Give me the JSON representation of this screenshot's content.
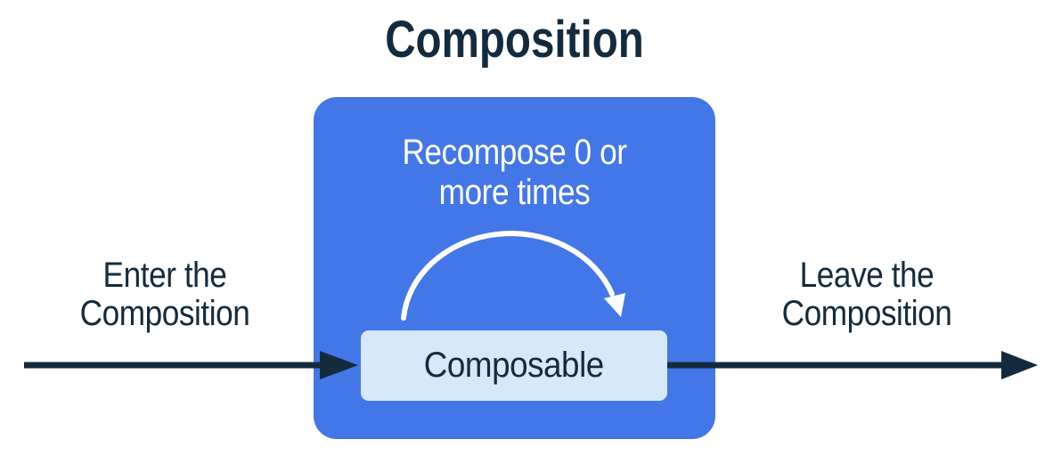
{
  "colors": {
    "background": "#FFFFFF",
    "ink": "#142B3E",
    "box_blue": "#4377E8",
    "box_light": "#D5E9FB",
    "text_white": "#FFFFFF"
  },
  "title": "Composition",
  "diagram": {
    "enter_label": "Enter the\nComposition",
    "leave_label": "Leave the\nComposition",
    "recompose_label": "Recompose 0 or\nmore times",
    "composable_label": "Composable"
  }
}
